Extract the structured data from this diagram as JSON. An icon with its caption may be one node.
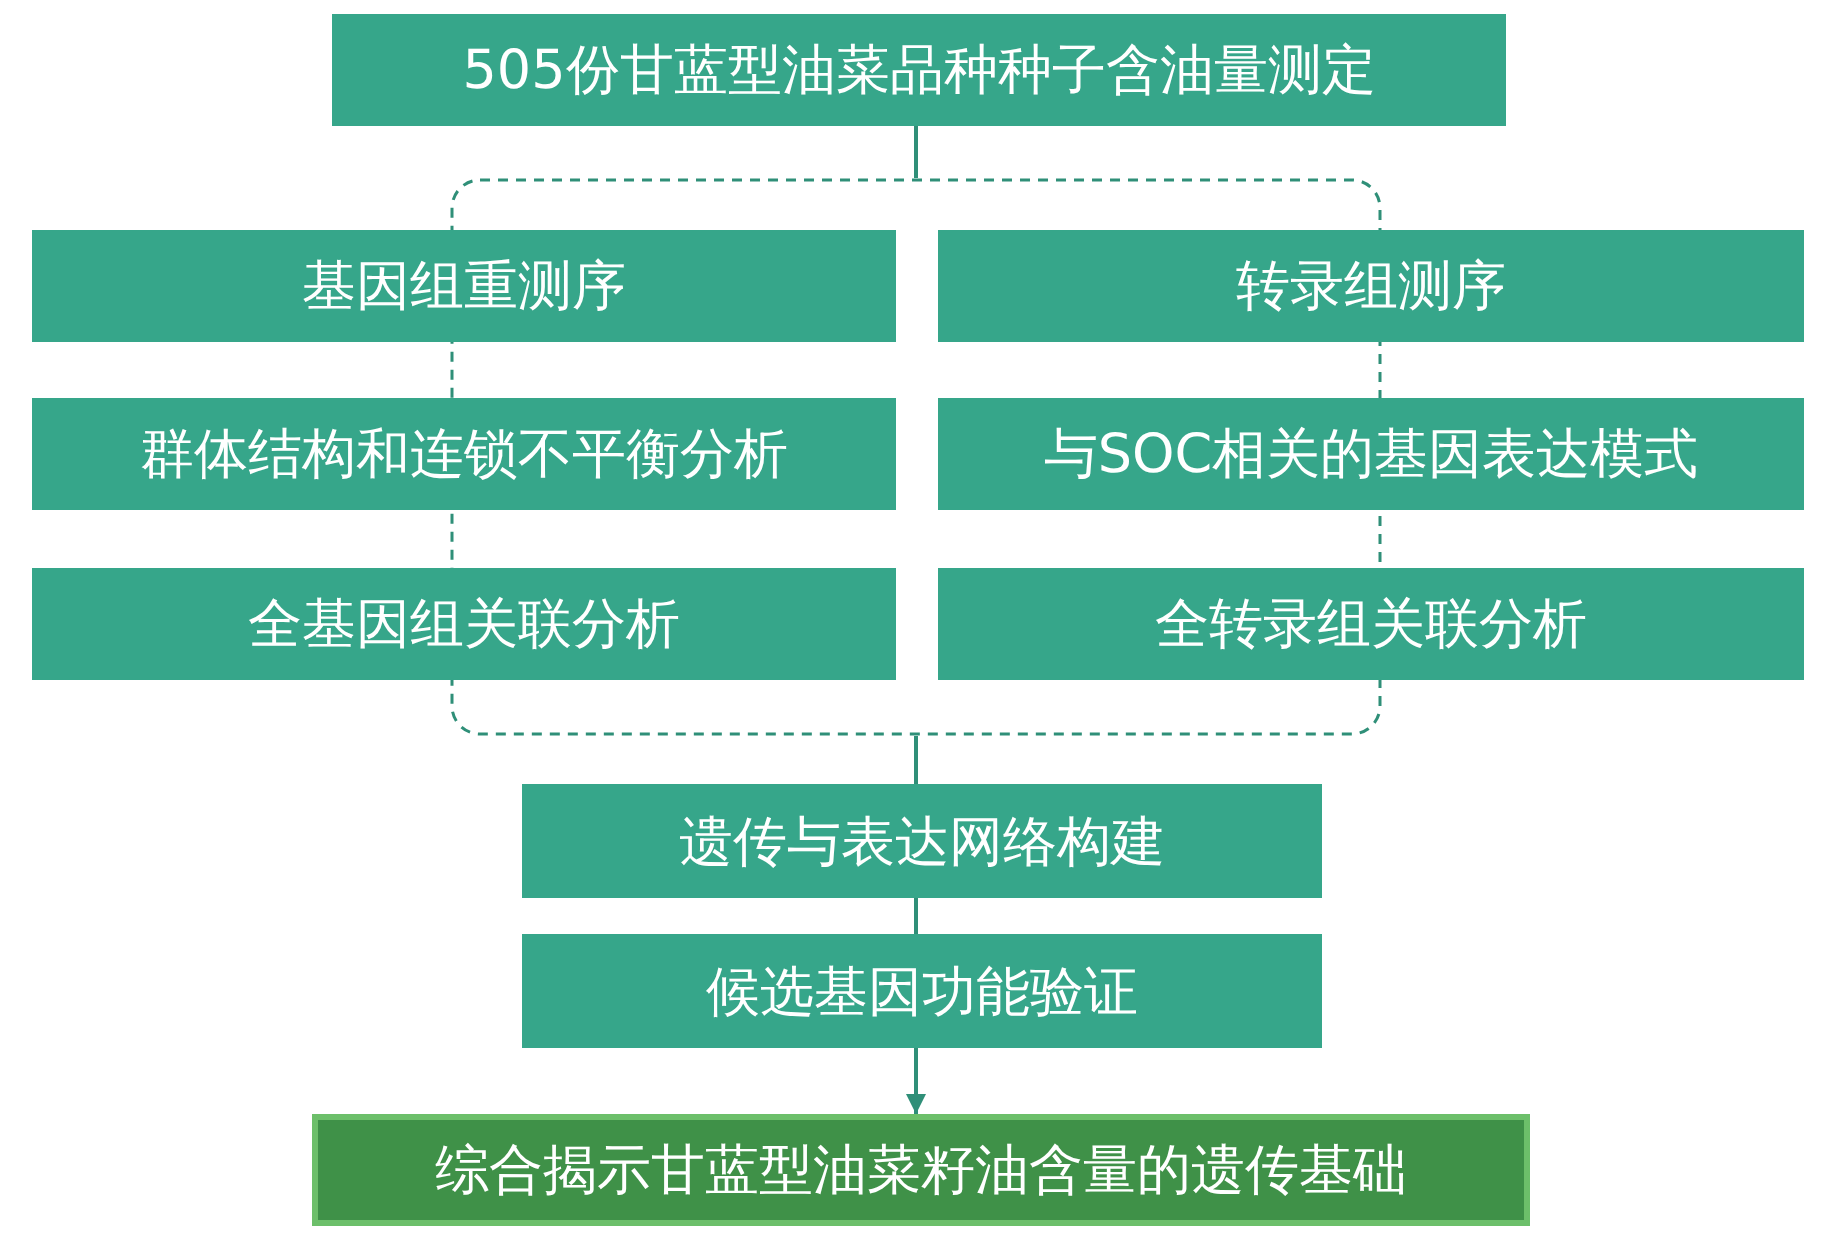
{
  "diagram": {
    "nodes": [
      {
        "text": [
          "505份甘蓝型油菜品种种子含油量测定"
        ]
      },
      {
        "text": [],
        "shape": "box"
      },
      {
        "text": [
          "基因组重测序"
        ]
      },
      {
        "text": [
          "群体结构和连锁不平衡分析"
        ]
      },
      {
        "text": [
          "全基因组关联分析"
        ]
      },
      {
        "text": [
          "转录组测序"
        ]
      },
      {
        "text": [
          "与SOC相关的基因表达模式"
        ]
      },
      {
        "text": [
          "全转录组关联分析"
        ]
      },
      {
        "text": [
          "遗传与表达网络构建"
        ]
      },
      {
        "text": [
          "候选基因功能验证"
        ]
      },
      {
        "text": [
          "综合揭示甘蓝型油菜籽油含量的遗传基础"
        ]
      }
    ],
    "edges": [
      {
        "from": 0,
        "to": 1,
        "arrow": "none"
      },
      {
        "from": 1,
        "to": 8,
        "arrow": "none"
      },
      {
        "from": 8,
        "to": 9,
        "arrow": "none"
      },
      {
        "from": 9,
        "to": 10,
        "arrow": "to"
      }
    ]
  }
}
